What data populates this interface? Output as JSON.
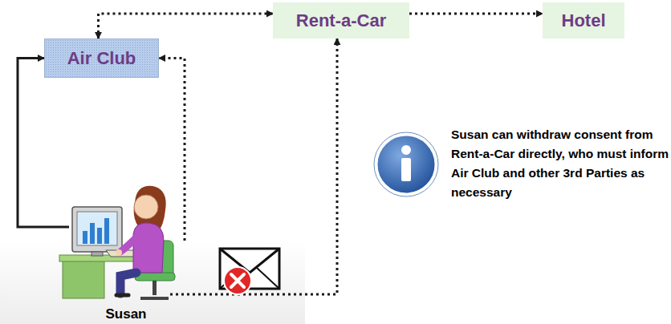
{
  "diagram": {
    "nodes": [
      {
        "text": [
          "Rent-a-Car"
        ]
      },
      {
        "text": [
          "Hotel"
        ]
      },
      {
        "text": [
          "Air Club"
        ]
      },
      {
        "text": [
          "Susan"
        ]
      }
    ],
    "edges": [
      {
        "from": 2,
        "to": 0,
        "arrow": "both"
      },
      {
        "from": 0,
        "to": 1,
        "arrow": "to"
      },
      {
        "from": 3,
        "to": 2,
        "arrow": "to"
      },
      {
        "from": 3,
        "to": 2,
        "arrow": "to"
      },
      {
        "from": 3,
        "to": 0,
        "arrow": "to"
      }
    ],
    "labels": [
      "Susan can withdraw consent from Rent-a-Car directly, who must inform Air Club and other 3rd Parties as necessary"
    ]
  }
}
